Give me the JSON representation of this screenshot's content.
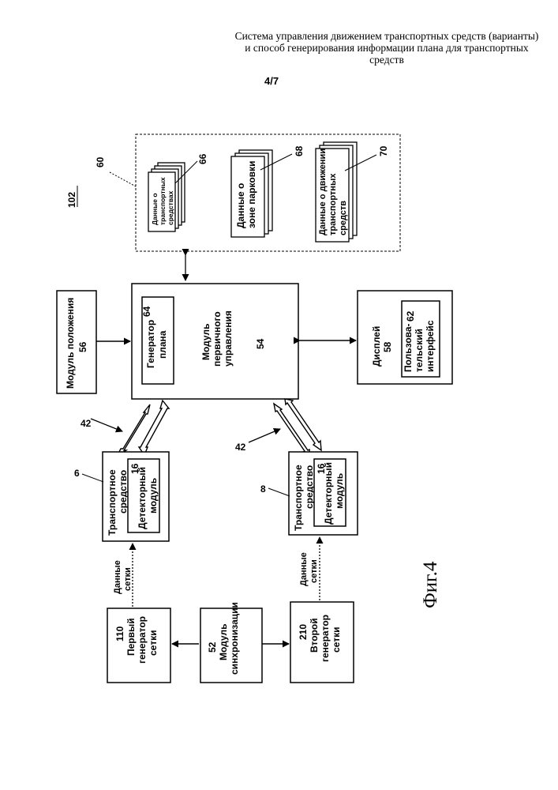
{
  "header": {
    "title_line1": "Система управления движением транспортных средств (варианты)",
    "title_line2": "и способ генерирования информации плана для транспортных",
    "title_line3": "средств",
    "page": "4/7"
  },
  "figure_label": "Фиг.4",
  "refs": {
    "system": "102",
    "storage": "60",
    "vehicle_data": "66",
    "parking_data": "68",
    "traffic_data": "70",
    "position_module": "56",
    "plan_generator": "64",
    "primary_control": "54",
    "display": "58",
    "user_interface": "62",
    "link_left": "42",
    "link_right": "42",
    "vehicle1": "6",
    "vehicle2": "8",
    "detector1": "16",
    "detector2": "16",
    "grid_gen1": "110",
    "sync_module": "52",
    "grid_gen2": "210"
  },
  "blocks": {
    "vehicle_data": [
      "Данные о",
      "транспортных",
      "средствах"
    ],
    "parking_data": [
      "Данные о",
      "зоне парковки"
    ],
    "traffic_data": [
      "Данные о движении",
      "транспортных",
      "средств"
    ],
    "position_module": "Модуль положения",
    "plan_generator": [
      "Генератор",
      "плана"
    ],
    "primary_control": [
      "Модуль",
      "первичного",
      "управления"
    ],
    "display": "Дисплей",
    "user_interface": [
      "Пользова-",
      "тельский",
      "интерфейс"
    ],
    "vehicle": [
      "Транспортное",
      "средство"
    ],
    "detector": [
      "Детекторный",
      "модуль"
    ],
    "grid_gen1": [
      "Первый",
      "генератор",
      "сетки"
    ],
    "sync_module": [
      "Модуль",
      "синхронизации"
    ],
    "grid_gen2": [
      "Второй",
      "генератор",
      "сетки"
    ],
    "grid_data": [
      "Данные",
      "сетки"
    ]
  }
}
